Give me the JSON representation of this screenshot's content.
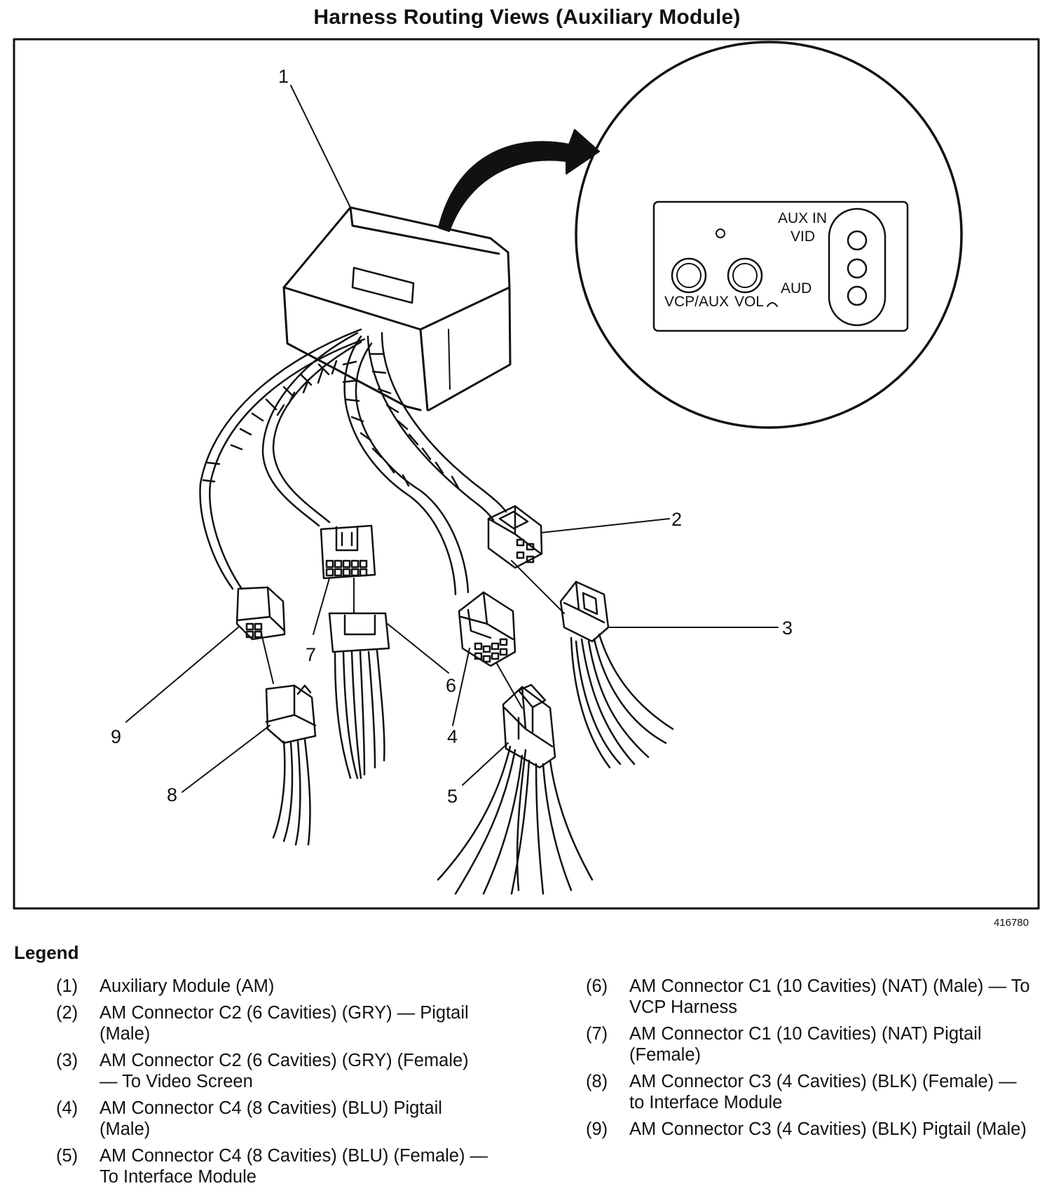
{
  "title": "Harness Routing Views (Auxiliary Module)",
  "figure_id": "416780",
  "callouts": [
    "1",
    "2",
    "3",
    "4",
    "5",
    "6",
    "7",
    "8",
    "9"
  ],
  "panel": {
    "aux_in": "AUX IN",
    "vid": "VID",
    "aud": "AUD",
    "vcp_aux": "VCP/AUX",
    "vol": "VOL"
  },
  "legend": {
    "title": "Legend",
    "items": [
      {
        "num": "(1)",
        "text": "Auxiliary Module (AM)"
      },
      {
        "num": "(2)",
        "text": "AM Connector C2 (6 Cavities) (GRY) — Pigtail (Male)"
      },
      {
        "num": "(3)",
        "text": "AM Connector C2 (6 Cavities) (GRY) (Female) — To Video Screen"
      },
      {
        "num": "(4)",
        "text": "AM Connector C4 (8 Cavities) (BLU) Pigtail (Male)"
      },
      {
        "num": "(5)",
        "text": "AM Connector C4 (8 Cavities) (BLU) (Female) — To Interface Module"
      },
      {
        "num": "(6)",
        "text": "AM Connector C1 (10 Cavities) (NAT) (Male) — To VCP Harness"
      },
      {
        "num": "(7)",
        "text": "AM Connector C1 (10 Cavities) (NAT) Pigtail (Female)"
      },
      {
        "num": "(8)",
        "text": "AM Connector C3 (4 Cavities) (BLK) (Female) — to Interface Module"
      },
      {
        "num": "(9)",
        "text": "AM Connector C3 (4 Cavities) (BLK) Pigtail (Male)"
      }
    ]
  }
}
